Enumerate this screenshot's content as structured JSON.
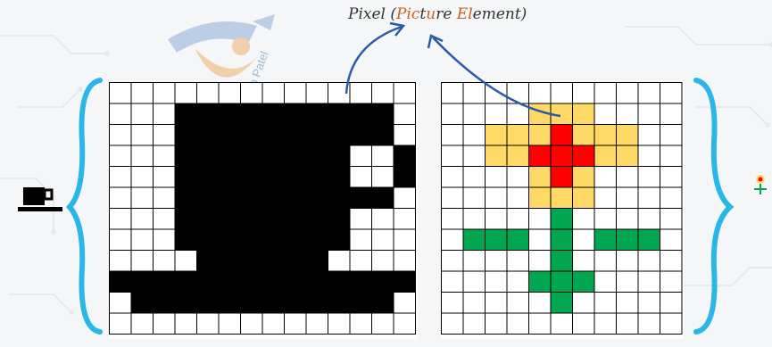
{
  "title": {
    "prefix": "Pixel (",
    "p1_highlight": "Pic",
    "p1_rest": "t",
    "p2_highlight": "u",
    "p2_rest": "re ",
    "p3_highlight": "El",
    "p3_rest": "ement)"
  },
  "watermark_text": "Rizab Patel",
  "colors": {
    "grid_line": "#000000",
    "cup_fill": "#000000",
    "flower_petal": "#ffd966",
    "flower_center": "#ff0000",
    "flower_stem": "#00a650",
    "brace": "#29b6e8",
    "arrow": "#2a5aa8",
    "highlight_text": "#c8621e"
  },
  "left_grid": {
    "rows": 12,
    "cols": 14,
    "filled": [
      [
        1,
        3
      ],
      [
        1,
        4
      ],
      [
        1,
        5
      ],
      [
        1,
        6
      ],
      [
        1,
        7
      ],
      [
        1,
        8
      ],
      [
        1,
        9
      ],
      [
        1,
        10
      ],
      [
        1,
        11
      ],
      [
        1,
        12
      ],
      [
        2,
        3
      ],
      [
        2,
        4
      ],
      [
        2,
        5
      ],
      [
        2,
        6
      ],
      [
        2,
        7
      ],
      [
        2,
        8
      ],
      [
        2,
        9
      ],
      [
        2,
        10
      ],
      [
        2,
        11
      ],
      [
        2,
        12
      ],
      [
        3,
        3
      ],
      [
        3,
        4
      ],
      [
        3,
        5
      ],
      [
        3,
        6
      ],
      [
        3,
        7
      ],
      [
        3,
        8
      ],
      [
        3,
        9
      ],
      [
        3,
        10
      ],
      [
        3,
        13
      ],
      [
        4,
        3
      ],
      [
        4,
        4
      ],
      [
        4,
        5
      ],
      [
        4,
        6
      ],
      [
        4,
        7
      ],
      [
        4,
        8
      ],
      [
        4,
        9
      ],
      [
        4,
        10
      ],
      [
        4,
        13
      ],
      [
        5,
        3
      ],
      [
        5,
        4
      ],
      [
        5,
        5
      ],
      [
        5,
        6
      ],
      [
        5,
        7
      ],
      [
        5,
        8
      ],
      [
        5,
        9
      ],
      [
        5,
        10
      ],
      [
        5,
        11
      ],
      [
        5,
        12
      ],
      [
        6,
        3
      ],
      [
        6,
        4
      ],
      [
        6,
        5
      ],
      [
        6,
        6
      ],
      [
        6,
        7
      ],
      [
        6,
        8
      ],
      [
        6,
        9
      ],
      [
        6,
        10
      ],
      [
        7,
        3
      ],
      [
        7,
        4
      ],
      [
        7,
        5
      ],
      [
        7,
        6
      ],
      [
        7,
        7
      ],
      [
        7,
        8
      ],
      [
        7,
        9
      ],
      [
        7,
        10
      ],
      [
        8,
        4
      ],
      [
        8,
        5
      ],
      [
        8,
        6
      ],
      [
        8,
        7
      ],
      [
        8,
        8
      ],
      [
        8,
        9
      ],
      [
        9,
        0
      ],
      [
        9,
        1
      ],
      [
        9,
        2
      ],
      [
        9,
        3
      ],
      [
        9,
        4
      ],
      [
        9,
        5
      ],
      [
        9,
        6
      ],
      [
        9,
        7
      ],
      [
        9,
        8
      ],
      [
        9,
        9
      ],
      [
        9,
        10
      ],
      [
        9,
        11
      ],
      [
        9,
        12
      ],
      [
        9,
        13
      ],
      [
        10,
        1
      ],
      [
        10,
        2
      ],
      [
        10,
        3
      ],
      [
        10,
        4
      ],
      [
        10,
        5
      ],
      [
        10,
        6
      ],
      [
        10,
        7
      ],
      [
        10,
        8
      ],
      [
        10,
        9
      ],
      [
        10,
        10
      ],
      [
        10,
        11
      ],
      [
        10,
        12
      ]
    ]
  },
  "right_grid": {
    "rows": 12,
    "cols": 11,
    "petal": [
      [
        1,
        4
      ],
      [
        1,
        5
      ],
      [
        1,
        6
      ],
      [
        2,
        2
      ],
      [
        2,
        3
      ],
      [
        2,
        4
      ],
      [
        2,
        6
      ],
      [
        2,
        7
      ],
      [
        2,
        8
      ],
      [
        3,
        2
      ],
      [
        3,
        3
      ],
      [
        3,
        7
      ],
      [
        3,
        8
      ],
      [
        4,
        4
      ],
      [
        4,
        6
      ],
      [
        5,
        4
      ],
      [
        5,
        5
      ],
      [
        5,
        6
      ]
    ],
    "center": [
      [
        2,
        5
      ],
      [
        3,
        4
      ],
      [
        3,
        5
      ],
      [
        3,
        6
      ],
      [
        4,
        5
      ]
    ],
    "stem": [
      [
        6,
        5
      ],
      [
        7,
        5
      ],
      [
        8,
        5
      ],
      [
        9,
        5
      ],
      [
        10,
        5
      ],
      [
        7,
        1
      ],
      [
        7,
        2
      ],
      [
        7,
        3
      ],
      [
        7,
        7
      ],
      [
        7,
        8
      ],
      [
        7,
        9
      ],
      [
        9,
        4
      ],
      [
        9,
        6
      ]
    ]
  }
}
